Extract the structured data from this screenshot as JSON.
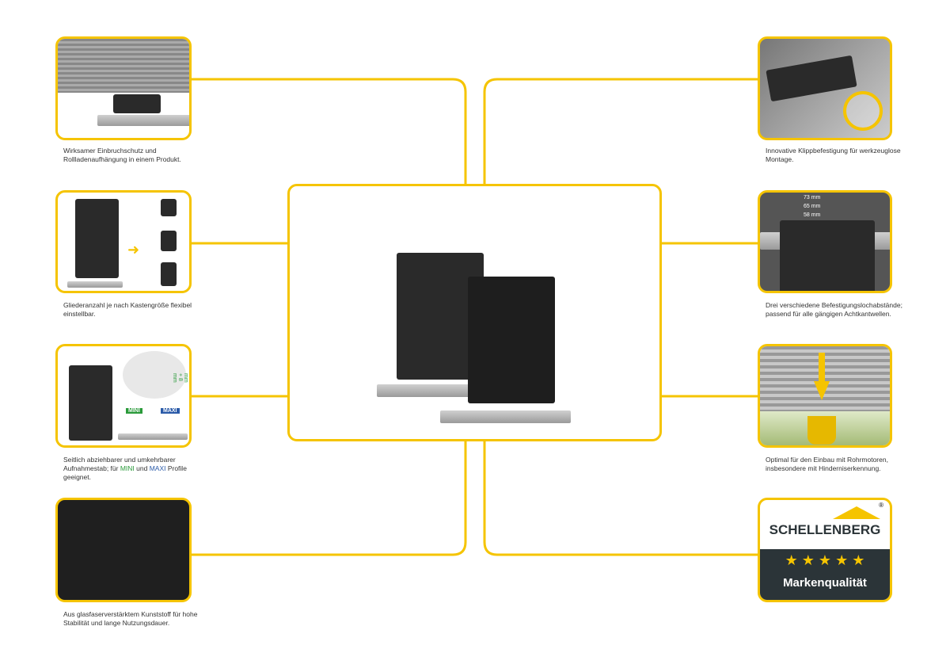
{
  "colors": {
    "accent": "#f5c400",
    "mini": "#2a9a3a",
    "maxi": "#2a5aa8"
  },
  "features_left": [
    {
      "caption": "Wirksamer Einbruchschutz und Rollladenaufhängung in einem Produkt."
    },
    {
      "caption": "Gliederanzahl je nach Kastengröße flexibel einstellbar."
    },
    {
      "caption_a": "Seitlich abziehbarer und umkehrbarer Aufnahmestab; für ",
      "mini": "MINI",
      "caption_b": " und ",
      "maxi": "MAXI",
      "caption_c": " Profile geeignet.",
      "dimension": "14 mm + 8 mm"
    },
    {
      "caption": "Aus glasfaserverstärktem Kunststoff für hohe Stabilität und lange Nutzungsdauer."
    }
  ],
  "features_right": [
    {
      "caption": "Innovative Klippbefestigung für werkzeuglose Montage."
    },
    {
      "caption": "Drei verschiedene Befestigungslochabstände; passend für alle gängigen Achtkantwellen.",
      "dims": [
        "73 mm",
        "65 mm",
        "58 mm"
      ]
    },
    {
      "caption": "Optimal für den Einbau mit Rohrmotoren, insbesondere mit Hinderniserkennung."
    }
  ],
  "brand": {
    "name": "SCHELLENBERG",
    "registered": "®",
    "stars": "★ ★ ★ ★ ★",
    "quality": "Markenqualität"
  }
}
